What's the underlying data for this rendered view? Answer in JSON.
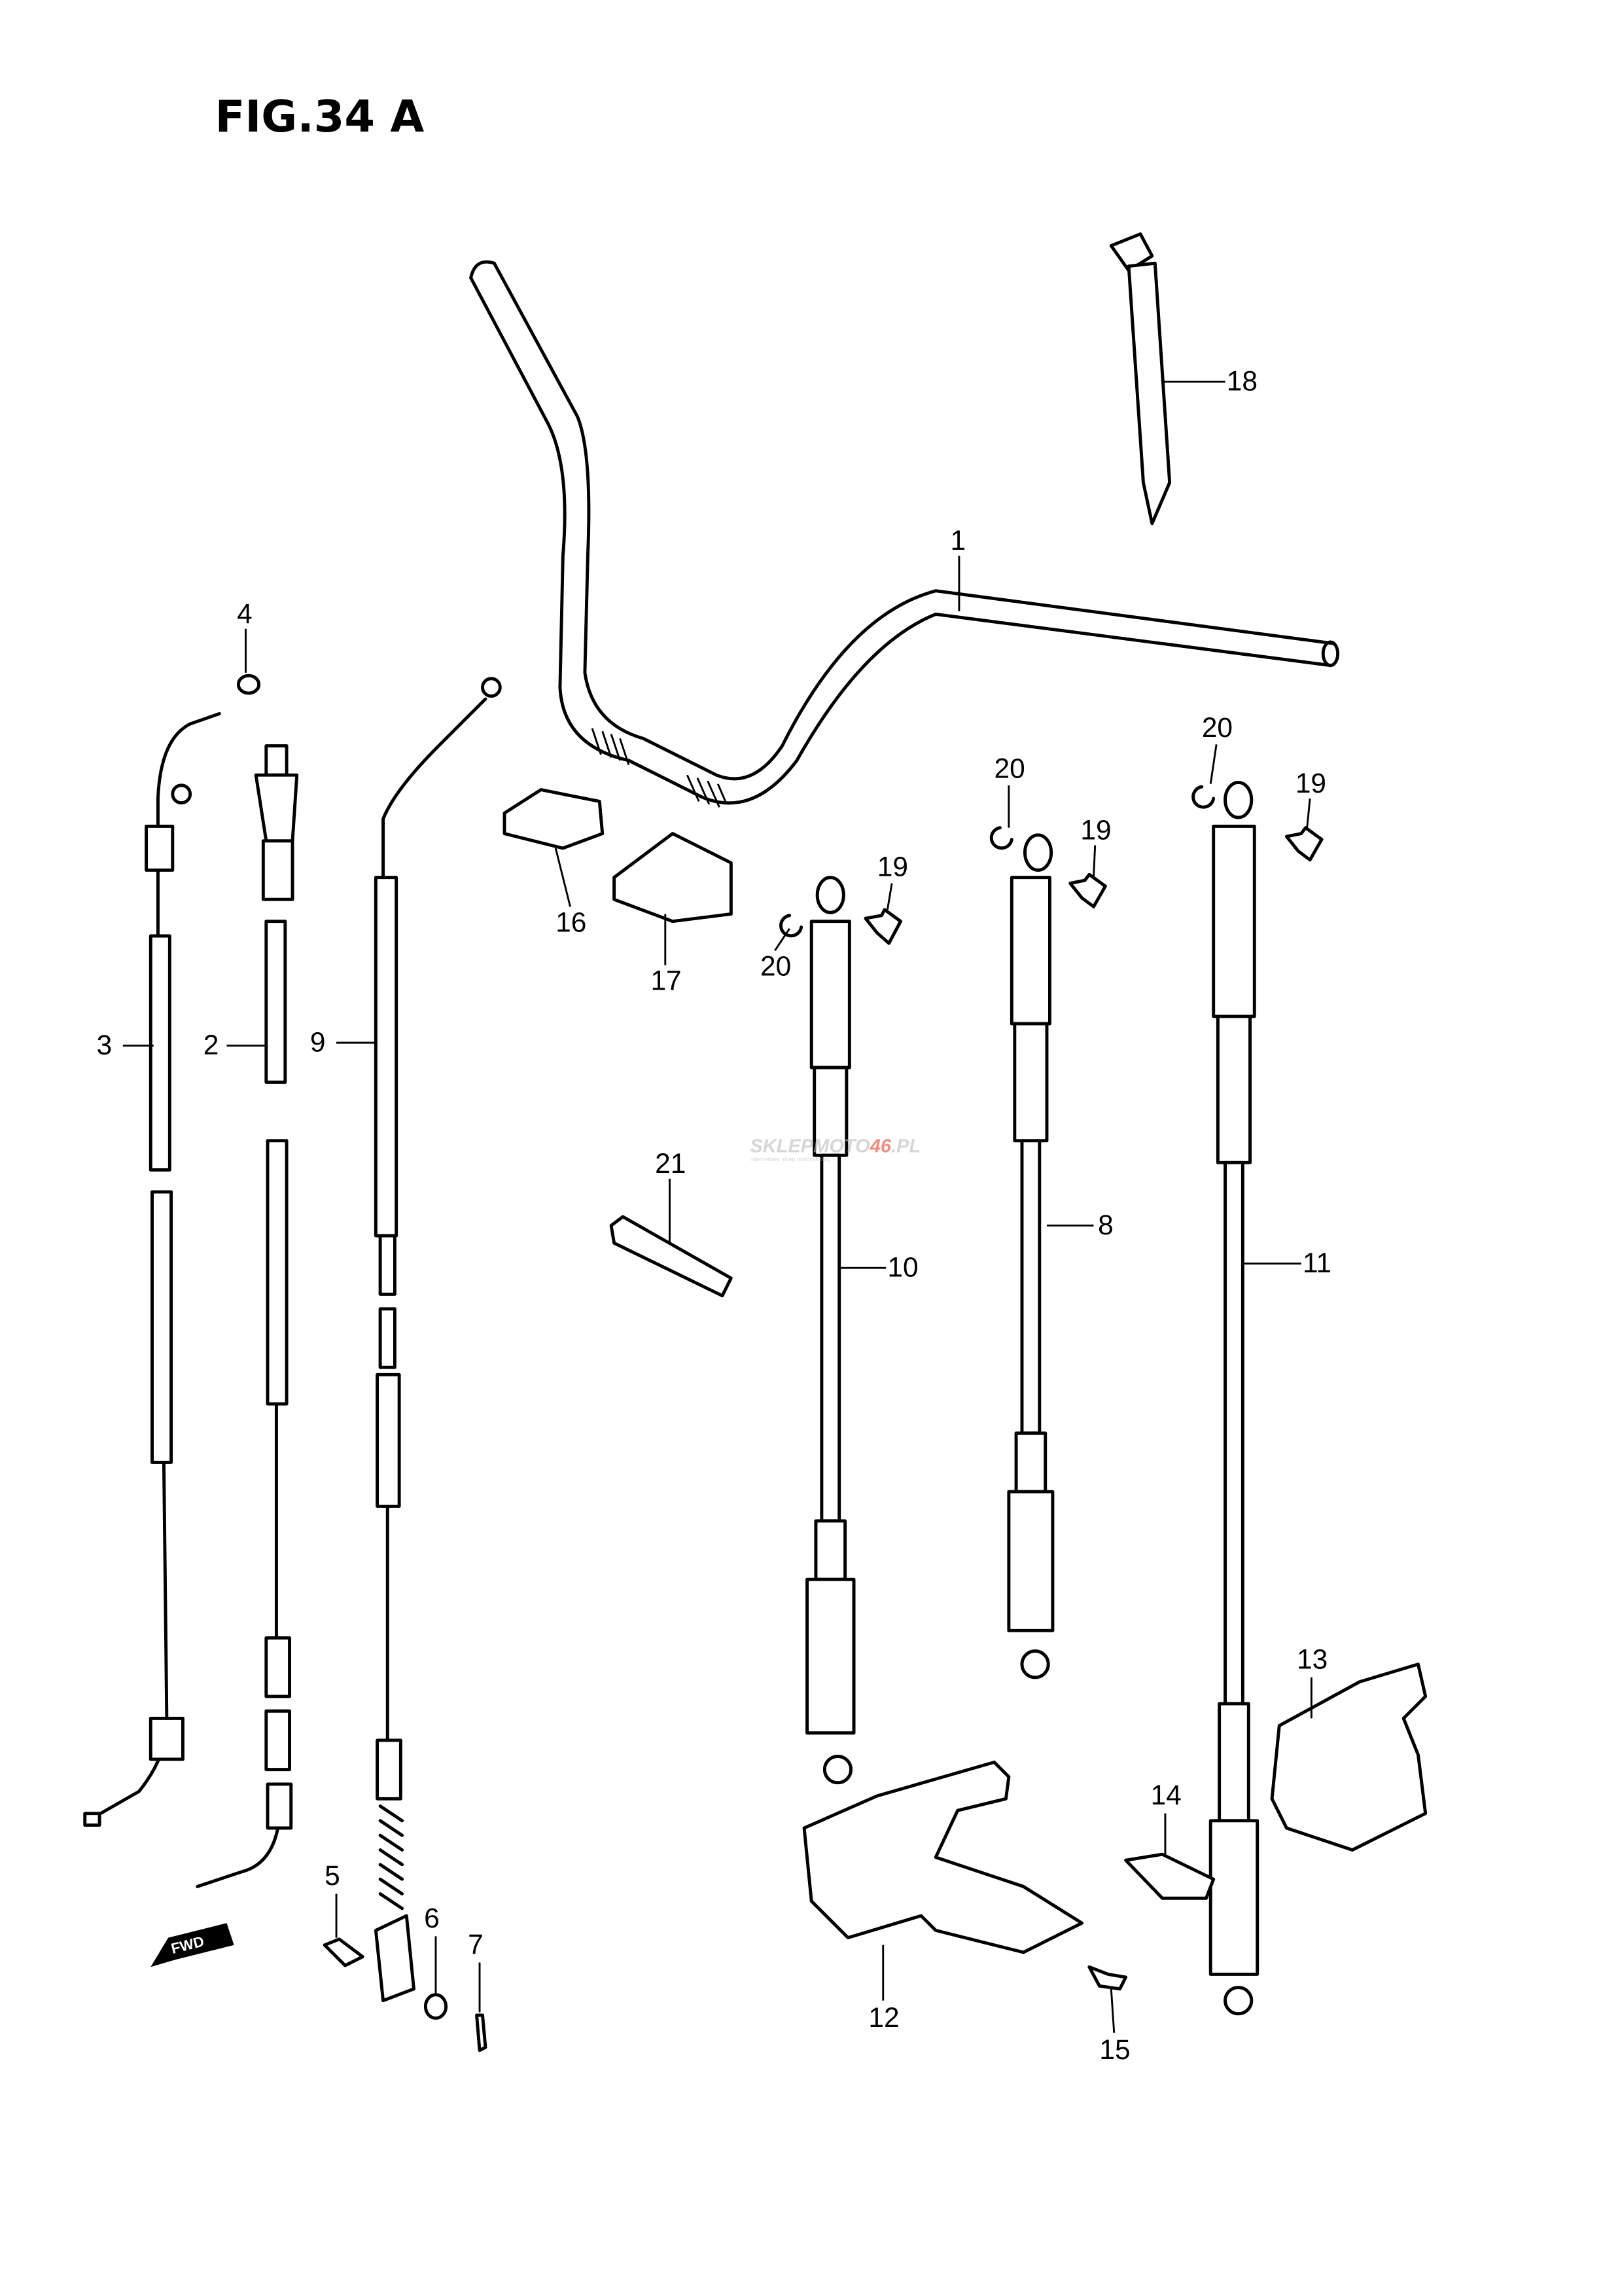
{
  "title": "FIG.34 A",
  "watermark": {
    "text_a": "SKLEPMOTO",
    "text_b": "46",
    "text_c": ".PL",
    "subtitle": "internetowy sklep motocyklowy",
    "accent": "#e8412f"
  },
  "fwd_label": "FWD",
  "callouts": [
    "1",
    "2",
    "3",
    "4",
    "5",
    "6",
    "7",
    "8",
    "9",
    "10",
    "11",
    "12",
    "13",
    "14",
    "15",
    "16",
    "17",
    "18",
    "19",
    "19",
    "19",
    "20",
    "20",
    "20",
    "21"
  ]
}
